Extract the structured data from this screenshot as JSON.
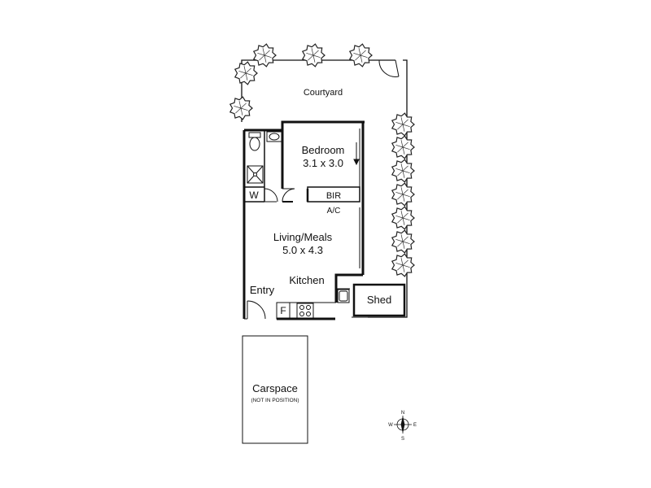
{
  "rooms": {
    "courtyard": "Courtyard",
    "bedroom": "Bedroom",
    "bedroom_size": "3.1 x 3.0",
    "bir": "BIR",
    "ac": "A/C",
    "w": "W",
    "living": "Living/Meals",
    "living_size": "5.0 x 4.3",
    "kitchen": "Kitchen",
    "entry": "Entry",
    "fridge": "F",
    "shed": "Shed",
    "carspace": "Carspace",
    "carspace_note": "(NOT IN POSITION)"
  },
  "compass": {
    "n": "N",
    "s": "S",
    "e": "E",
    "w": "W"
  },
  "colors": {
    "line": "#111111",
    "background": "#ffffff"
  }
}
